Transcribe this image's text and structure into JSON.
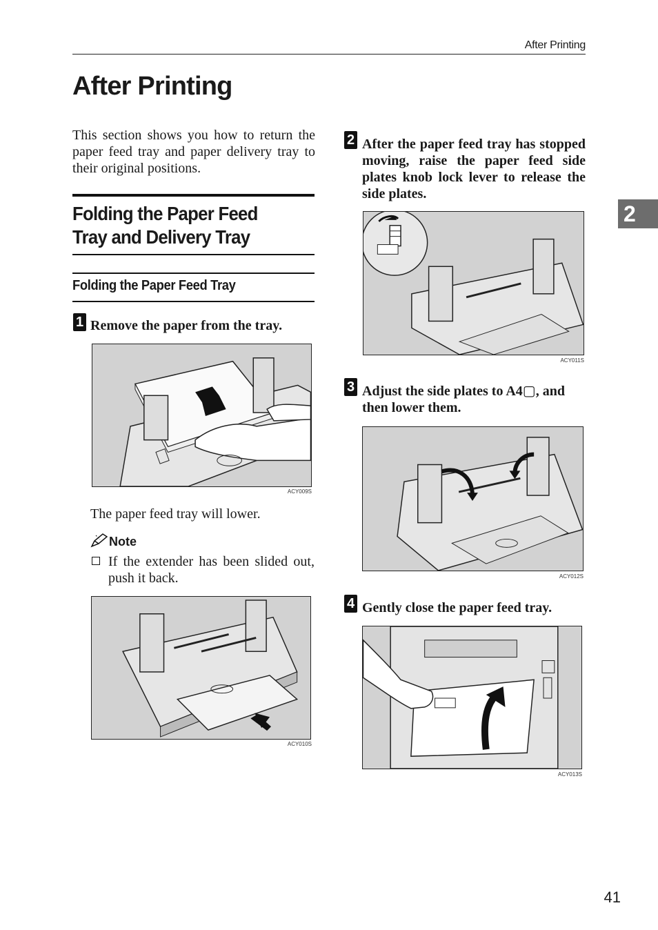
{
  "header": {
    "running_title": "After Printing"
  },
  "page_title": "After Printing",
  "intro": "This section shows you how to return the paper feed tray and paper delivery tray to their original positions.",
  "section_title": "Folding the Paper Feed Tray and Delivery Tray",
  "subsection_title": "Folding the Paper Feed Tray",
  "steps": [
    {
      "number": "1",
      "text": "Remove the paper from the tray.",
      "figure_code": "ACY009S"
    },
    {
      "number": "2",
      "text": "After the paper feed tray has stopped moving, raise the paper feed side plates knob lock lever to release the side plates.",
      "figure_code": "ACY011S"
    },
    {
      "number": "3",
      "text": "Adjust the side plates to A4▢, and then lower them.",
      "figure_code": "ACY012S"
    },
    {
      "number": "4",
      "text": "Gently close the paper feed tray.",
      "figure_code": "ACY013S"
    }
  ],
  "step1_result": "The paper feed tray will lower.",
  "note": {
    "title": "Note",
    "icon": "pencil-icon",
    "items": [
      "If the extender has been slided out, push it back."
    ],
    "figure_code": "ACY010S"
  },
  "chapter_tab": "2",
  "page_number": "41",
  "colors": {
    "figure_bg": "#d2d2d2",
    "tab_bg": "#6d6d6d",
    "text": "#1a1a1a"
  }
}
